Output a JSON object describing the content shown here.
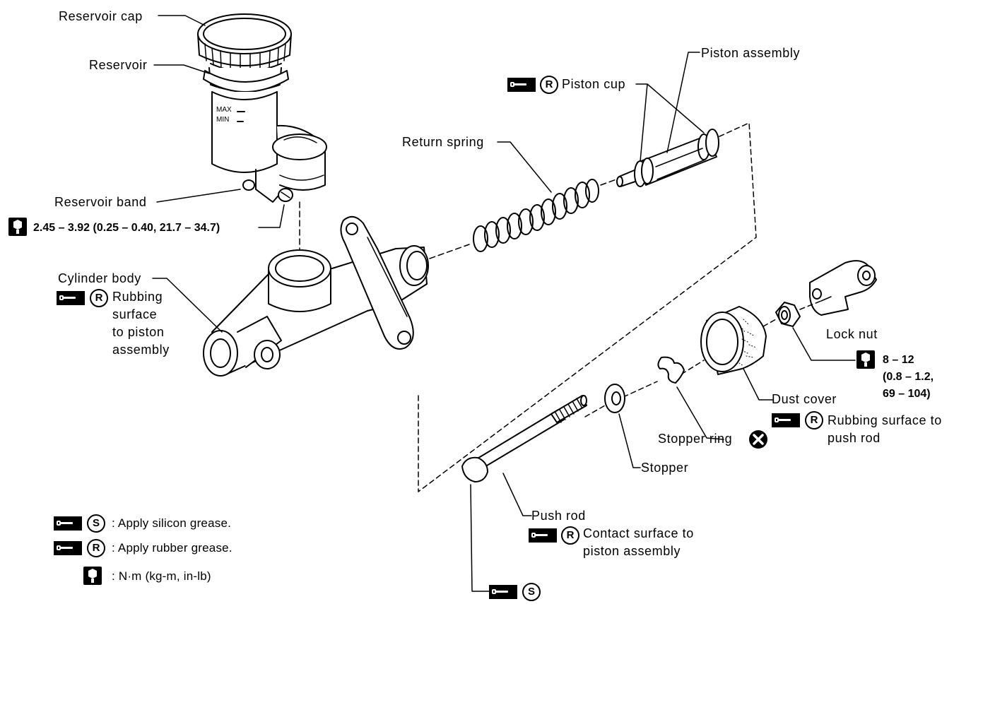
{
  "labels": {
    "reservoir_cap": "Reservoir cap",
    "reservoir": "Reservoir",
    "max": "MAX",
    "min": "MIN",
    "reservoir_band": "Reservoir band",
    "band_torque": "2.45 – 3.92 (0.25 – 0.40, 21.7 – 34.7)",
    "cylinder_body": "Cylinder body",
    "cyl_rubbing_1": "Rubbing",
    "cyl_rubbing_2": "surface",
    "cyl_rubbing_3": "to piston",
    "cyl_rubbing_4": "assembly",
    "return_spring": "Return spring",
    "piston_assembly": "Piston assembly",
    "piston_cup": "Piston cup",
    "lock_nut": "Lock nut",
    "lock_nut_torque_1": "8 – 12",
    "lock_nut_torque_2": "(0.8 – 1.2,",
    "lock_nut_torque_3": "69 – 104)",
    "dust_cover": "Dust cover",
    "dust_rubbing_1": "Rubbing surface to",
    "dust_rubbing_2": "push rod",
    "stopper_ring": "Stopper ring",
    "stopper": "Stopper",
    "push_rod": "Push rod",
    "push_contact_1": "Contact surface to",
    "push_contact_2": "piston assembly"
  },
  "legend": {
    "silicon": ": Apply silicon grease.",
    "rubber": ": Apply rubber grease.",
    "torque_units": ": N·m (kg-m, in-lb)"
  },
  "symbols": {
    "grease_icon": "grease-gun-icon",
    "silicon_letter": "S",
    "rubber_letter": "R",
    "torque_icon": "torque-wrench-icon",
    "replace_icon": "x-circle-icon"
  },
  "colors": {
    "ink": "#000000",
    "paper": "#ffffff"
  }
}
